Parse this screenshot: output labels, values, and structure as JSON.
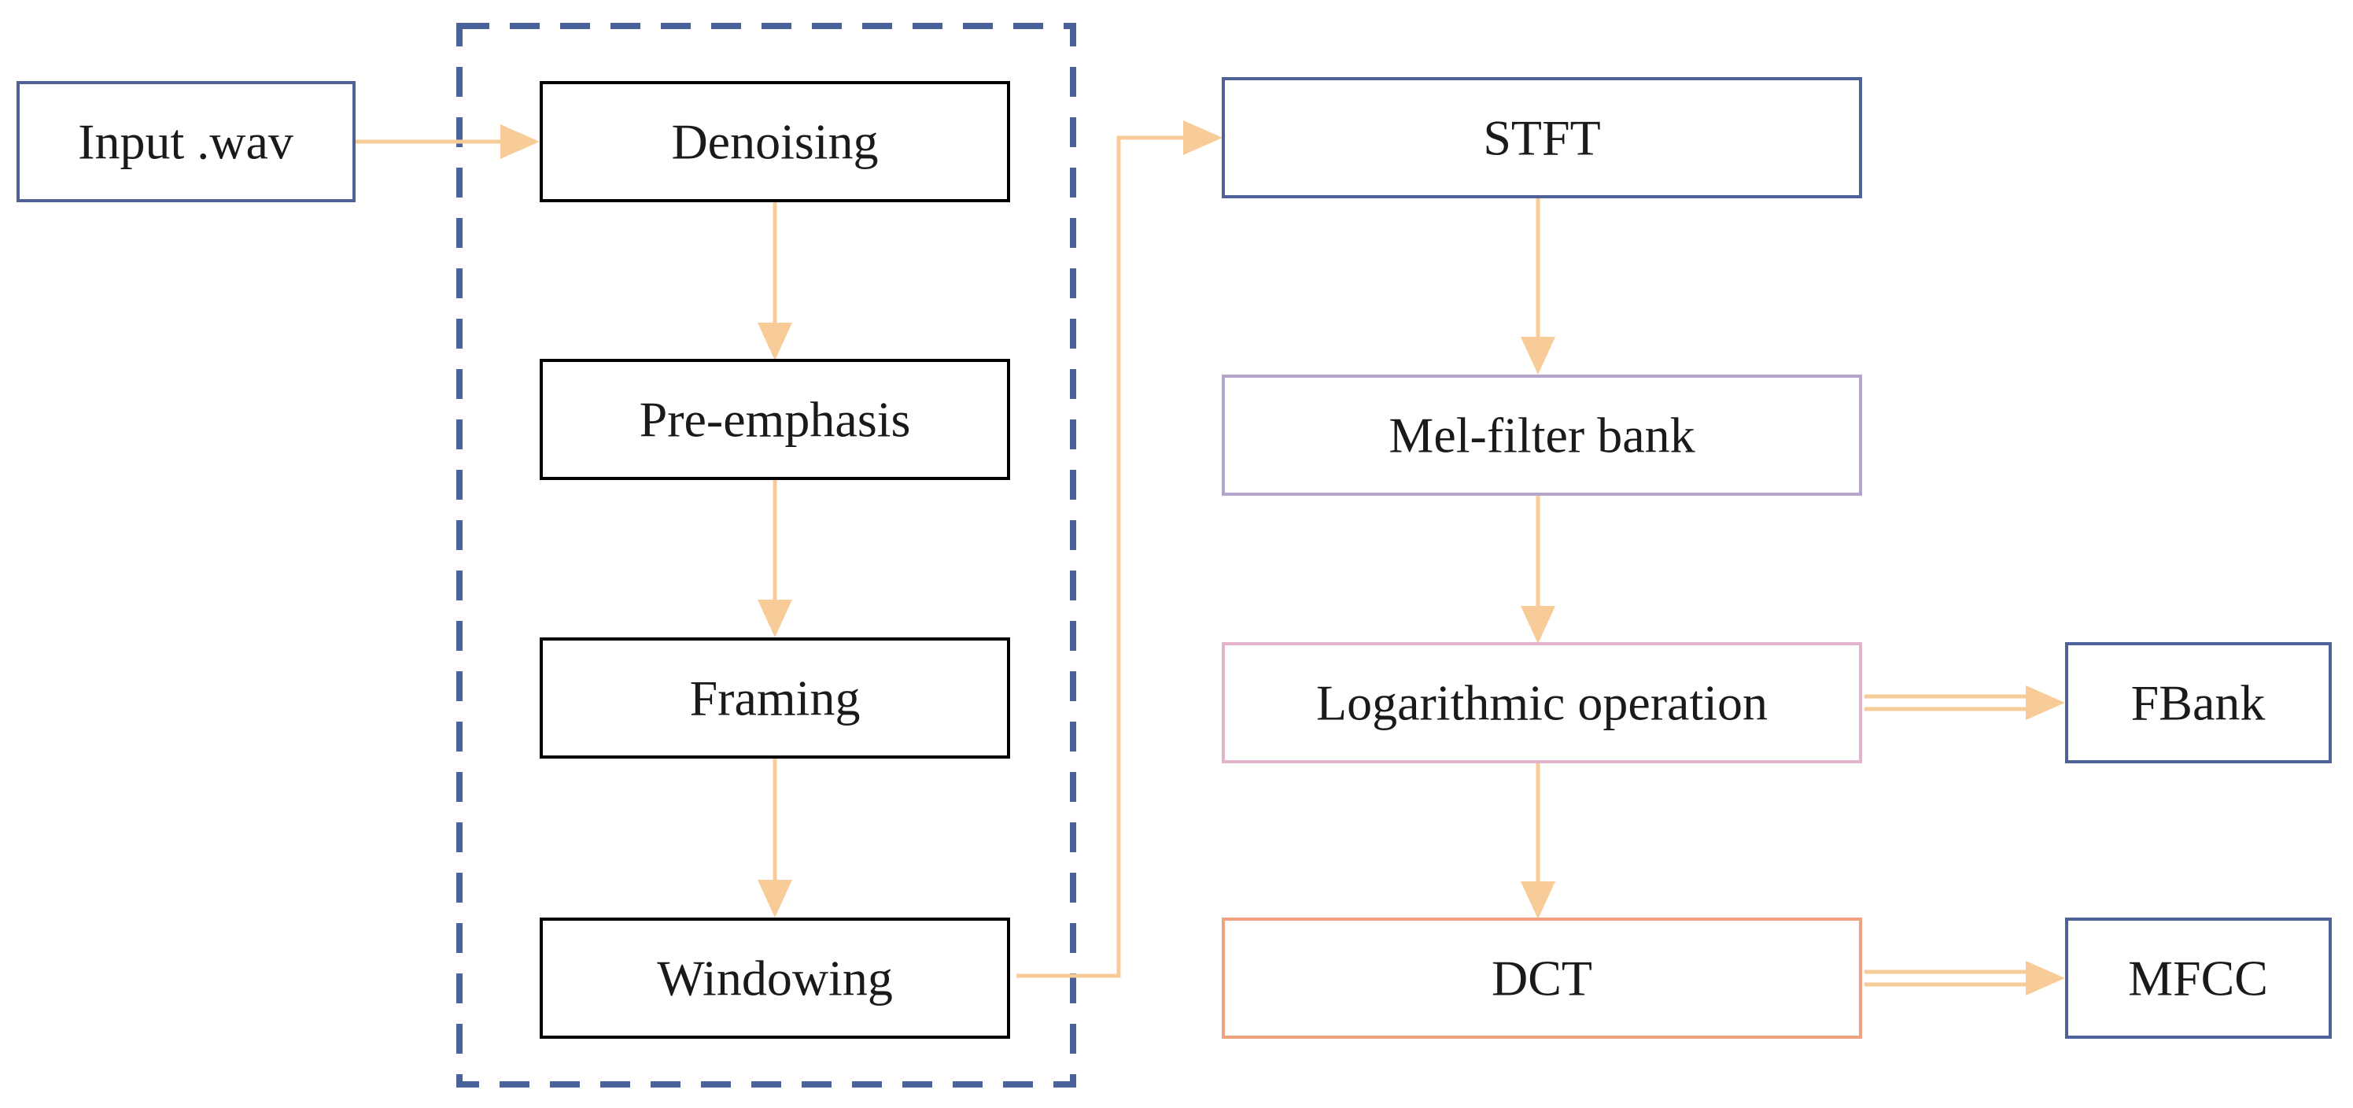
{
  "colors": {
    "arrow": "#F8CC98",
    "dashed_group": "#4A629A",
    "black": "#000000",
    "blue": "#4E6297",
    "purple": "#B4A5CA",
    "pink": "#E2B3CB",
    "orange": "#EEA27F"
  },
  "nodes": {
    "input": {
      "label": "Input .wav"
    },
    "denoising": {
      "label": "Denoising"
    },
    "pre_emphasis": {
      "label": "Pre-emphasis"
    },
    "framing": {
      "label": "Framing"
    },
    "windowing": {
      "label": "Windowing"
    },
    "stft": {
      "label": "STFT"
    },
    "mel": {
      "label": "Mel-filter bank"
    },
    "log": {
      "label": "Logarithmic operation"
    },
    "dct": {
      "label": "DCT"
    },
    "fbank": {
      "label": "FBank"
    },
    "mfcc": {
      "label": "MFCC"
    }
  }
}
